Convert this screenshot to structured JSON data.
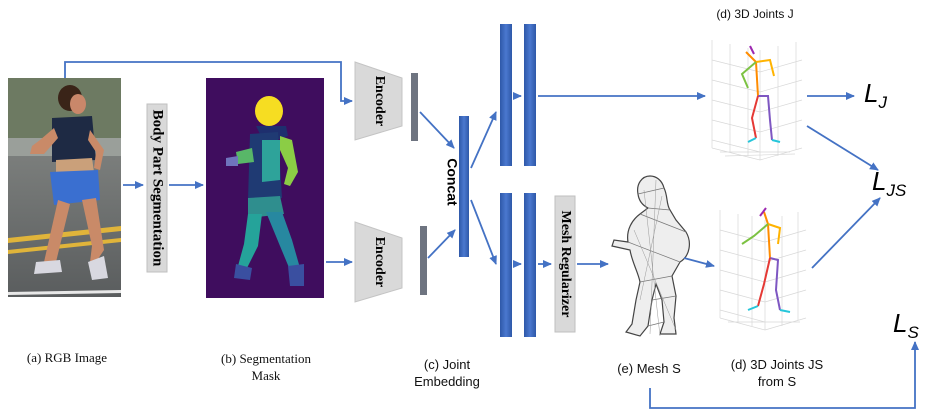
{
  "nodes": {
    "body_part_segmentation": "Body Part Segmentation",
    "encoder_top": "Encoder",
    "encoder_bottom": "Encoder",
    "concat": "Concat",
    "mesh_regularizer": "Mesh Regularizer"
  },
  "captions": {
    "rgb_image": "(a) RGB Image",
    "segmentation_mask_line1": "(b) Segmentation",
    "segmentation_mask_line2": "Mask",
    "joint_embedding_line1": "(c) Joint",
    "joint_embedding_line2": "Embedding",
    "joints_j": "(d) 3D Joints J",
    "mesh_s": "(e) Mesh S",
    "joints_js_line1": "(d) 3D Joints JS",
    "joints_js_line2": "from S"
  },
  "losses": {
    "lj_base": "L",
    "lj_sub": "J",
    "ljs_base": "L",
    "ljs_sub": "JS",
    "ls_base": "L",
    "ls_sub": "S"
  },
  "colors": {
    "arrow": "#4472c4",
    "block": "#4472c4",
    "box_fill": "#d9d9d9",
    "mask_bg": "#3f0d5e"
  }
}
